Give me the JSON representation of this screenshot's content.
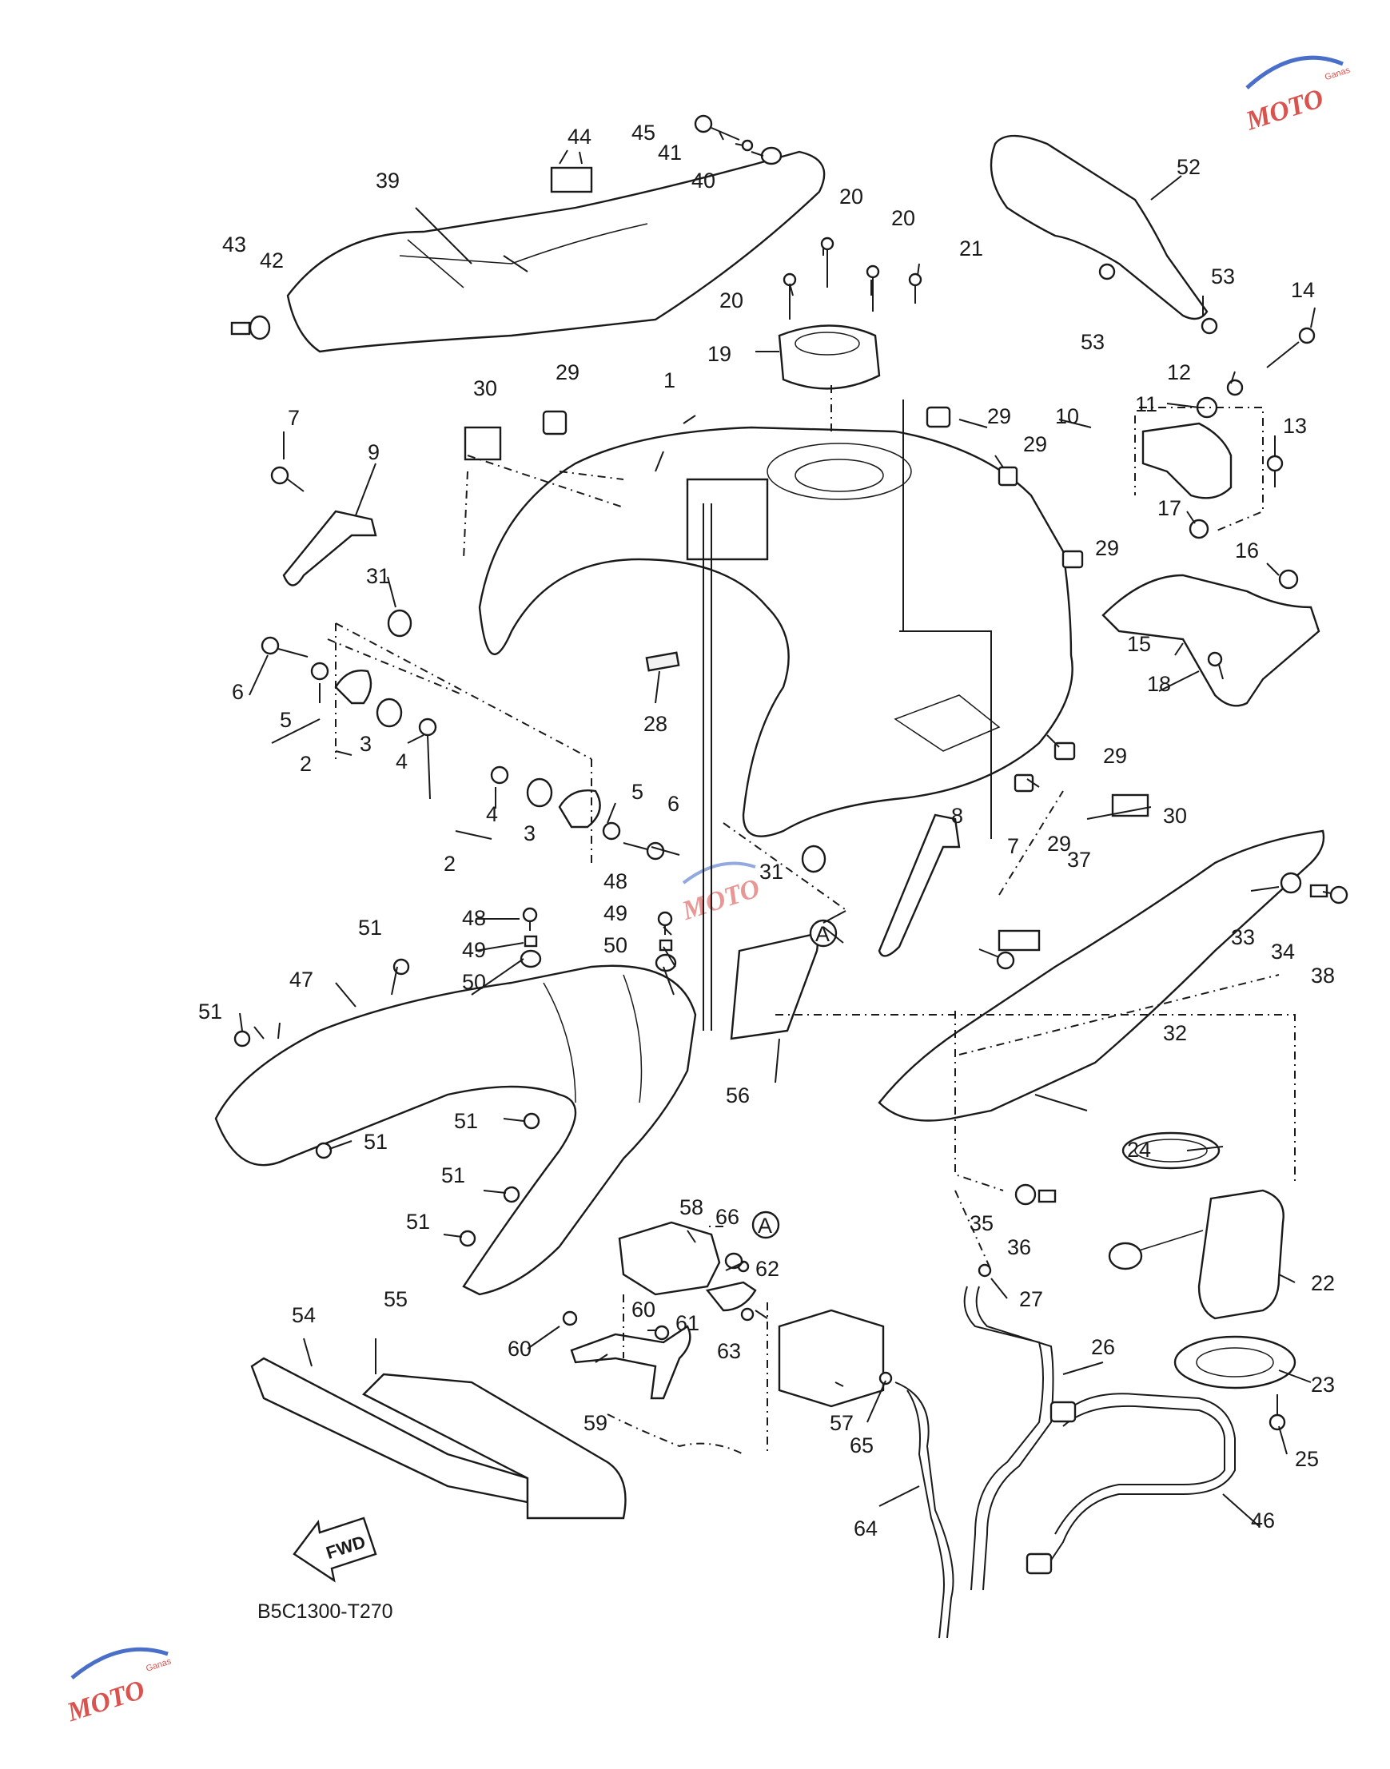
{
  "diagram": {
    "code": "B5C1300-T270",
    "fwd_label": "FWD",
    "callout_marker": "A",
    "watermark": {
      "text": "MOTO",
      "sub": "Ganas"
    },
    "labels": [
      {
        "id": "1",
        "text": "1"
      },
      {
        "id": "2a",
        "text": "2"
      },
      {
        "id": "2b",
        "text": "2"
      },
      {
        "id": "3a",
        "text": "3"
      },
      {
        "id": "3b",
        "text": "3"
      },
      {
        "id": "4a",
        "text": "4"
      },
      {
        "id": "4b",
        "text": "4"
      },
      {
        "id": "5a",
        "text": "5"
      },
      {
        "id": "5b",
        "text": "5"
      },
      {
        "id": "6a",
        "text": "6"
      },
      {
        "id": "6b",
        "text": "6"
      },
      {
        "id": "7a",
        "text": "7"
      },
      {
        "id": "7b",
        "text": "7"
      },
      {
        "id": "8",
        "text": "8"
      },
      {
        "id": "9",
        "text": "9"
      },
      {
        "id": "10",
        "text": "10"
      },
      {
        "id": "11",
        "text": "11"
      },
      {
        "id": "12",
        "text": "12"
      },
      {
        "id": "13",
        "text": "13"
      },
      {
        "id": "14",
        "text": "14"
      },
      {
        "id": "15",
        "text": "15"
      },
      {
        "id": "16",
        "text": "16"
      },
      {
        "id": "17",
        "text": "17"
      },
      {
        "id": "18",
        "text": "18"
      },
      {
        "id": "19",
        "text": "19"
      },
      {
        "id": "20a",
        "text": "20"
      },
      {
        "id": "20b",
        "text": "20"
      },
      {
        "id": "20c",
        "text": "20"
      },
      {
        "id": "21",
        "text": "21"
      },
      {
        "id": "22",
        "text": "22"
      },
      {
        "id": "23",
        "text": "23"
      },
      {
        "id": "24",
        "text": "24"
      },
      {
        "id": "25",
        "text": "25"
      },
      {
        "id": "26",
        "text": "26"
      },
      {
        "id": "27",
        "text": "27"
      },
      {
        "id": "28",
        "text": "28"
      },
      {
        "id": "29a",
        "text": "29"
      },
      {
        "id": "29b",
        "text": "29"
      },
      {
        "id": "29c",
        "text": "29"
      },
      {
        "id": "29d",
        "text": "29"
      },
      {
        "id": "29e",
        "text": "29"
      },
      {
        "id": "29f",
        "text": "29"
      },
      {
        "id": "30a",
        "text": "30"
      },
      {
        "id": "30b",
        "text": "30"
      },
      {
        "id": "31a",
        "text": "31"
      },
      {
        "id": "31b",
        "text": "31"
      },
      {
        "id": "32",
        "text": "32"
      },
      {
        "id": "33",
        "text": "33"
      },
      {
        "id": "34",
        "text": "34"
      },
      {
        "id": "35",
        "text": "35"
      },
      {
        "id": "36",
        "text": "36"
      },
      {
        "id": "37",
        "text": "37"
      },
      {
        "id": "38",
        "text": "38"
      },
      {
        "id": "39",
        "text": "39"
      },
      {
        "id": "40",
        "text": "40"
      },
      {
        "id": "41",
        "text": "41"
      },
      {
        "id": "42",
        "text": "42"
      },
      {
        "id": "43",
        "text": "43"
      },
      {
        "id": "44",
        "text": "44"
      },
      {
        "id": "45",
        "text": "45"
      },
      {
        "id": "46",
        "text": "46"
      },
      {
        "id": "47",
        "text": "47"
      },
      {
        "id": "48a",
        "text": "48"
      },
      {
        "id": "48b",
        "text": "48"
      },
      {
        "id": "49a",
        "text": "49"
      },
      {
        "id": "49b",
        "text": "49"
      },
      {
        "id": "50a",
        "text": "50"
      },
      {
        "id": "50b",
        "text": "50"
      },
      {
        "id": "51a",
        "text": "51"
      },
      {
        "id": "51b",
        "text": "51"
      },
      {
        "id": "51c",
        "text": "51"
      },
      {
        "id": "51d",
        "text": "51"
      },
      {
        "id": "51e",
        "text": "51"
      },
      {
        "id": "51f",
        "text": "51"
      },
      {
        "id": "52",
        "text": "52"
      },
      {
        "id": "53a",
        "text": "53"
      },
      {
        "id": "53b",
        "text": "53"
      },
      {
        "id": "54",
        "text": "54"
      },
      {
        "id": "55",
        "text": "55"
      },
      {
        "id": "56",
        "text": "56"
      },
      {
        "id": "57",
        "text": "57"
      },
      {
        "id": "58",
        "text": "58"
      },
      {
        "id": "59",
        "text": "59"
      },
      {
        "id": "60a",
        "text": "60"
      },
      {
        "id": "60b",
        "text": "60"
      },
      {
        "id": "61",
        "text": "61"
      },
      {
        "id": "62",
        "text": "62"
      },
      {
        "id": "63",
        "text": "63"
      },
      {
        "id": "64",
        "text": "64"
      },
      {
        "id": "65",
        "text": "65"
      },
      {
        "id": "66",
        "text": "66"
      }
    ],
    "colors": {
      "ink": "#1a1a1a",
      "watermark_red": "#d9534f",
      "watermark_blue": "#4a6fc9"
    }
  }
}
